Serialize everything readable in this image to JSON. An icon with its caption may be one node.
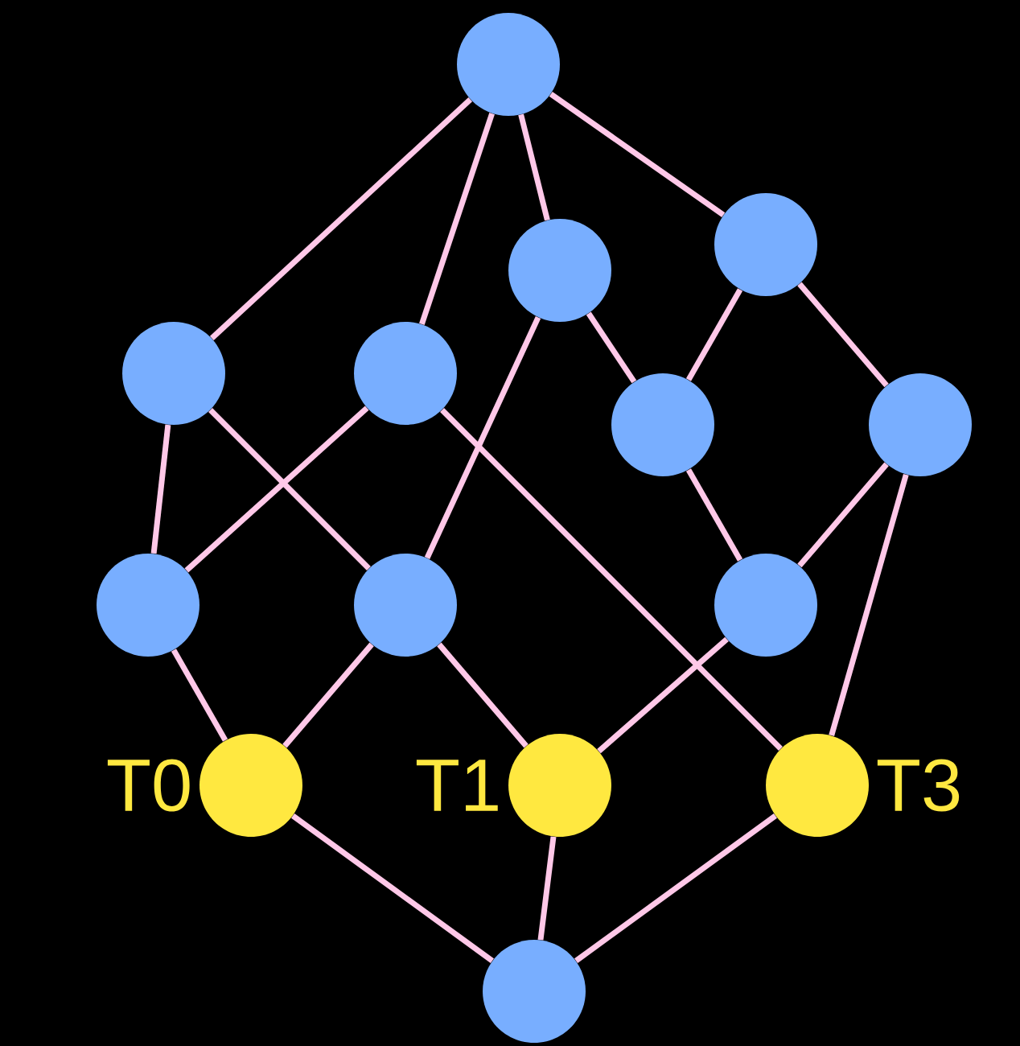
{
  "diagram": {
    "nodes": [
      {
        "text": [],
        "shape": "circle"
      },
      {
        "text": [],
        "shape": "circle"
      },
      {
        "text": [],
        "shape": "circle"
      },
      {
        "text": [],
        "shape": "circle"
      },
      {
        "text": [],
        "shape": "circle"
      },
      {
        "text": [],
        "shape": "circle"
      },
      {
        "text": [],
        "shape": "circle"
      },
      {
        "text": [],
        "shape": "circle"
      },
      {
        "text": [],
        "shape": "circle"
      },
      {
        "text": [],
        "shape": "circle"
      },
      {
        "text": [],
        "shape": "circle",
        "beside": [
          "T0"
        ]
      },
      {
        "text": [],
        "shape": "circle",
        "beside": [
          "T1"
        ]
      },
      {
        "text": [],
        "shape": "circle",
        "beside": [
          "T3"
        ]
      },
      {
        "text": [],
        "shape": "circle"
      }
    ],
    "edges": [
      {
        "from": 0,
        "to": 1,
        "arrow": "none"
      },
      {
        "from": 0,
        "to": 2,
        "arrow": "none"
      },
      {
        "from": 0,
        "to": 3,
        "arrow": "none"
      },
      {
        "from": 0,
        "to": 4,
        "arrow": "none"
      },
      {
        "from": 3,
        "to": 5,
        "arrow": "none"
      },
      {
        "from": 3,
        "to": 8,
        "arrow": "none"
      },
      {
        "from": 4,
        "to": 5,
        "arrow": "none"
      },
      {
        "from": 4,
        "to": 6,
        "arrow": "none"
      },
      {
        "from": 1,
        "to": 7,
        "arrow": "none"
      },
      {
        "from": 1,
        "to": 8,
        "arrow": "none"
      },
      {
        "from": 2,
        "to": 7,
        "arrow": "none"
      },
      {
        "from": 2,
        "to": 12,
        "arrow": "none"
      },
      {
        "from": 5,
        "to": 9,
        "arrow": "none"
      },
      {
        "from": 6,
        "to": 9,
        "arrow": "none"
      },
      {
        "from": 6,
        "to": 12,
        "arrow": "none"
      },
      {
        "from": 7,
        "to": 10,
        "arrow": "none"
      },
      {
        "from": 8,
        "to": 10,
        "arrow": "none"
      },
      {
        "from": 8,
        "to": 11,
        "arrow": "none"
      },
      {
        "from": 9,
        "to": 11,
        "arrow": "none"
      },
      {
        "from": 10,
        "to": 13,
        "arrow": "none"
      },
      {
        "from": 11,
        "to": 13,
        "arrow": "none"
      },
      {
        "from": 12,
        "to": 13,
        "arrow": "none"
      }
    ]
  }
}
